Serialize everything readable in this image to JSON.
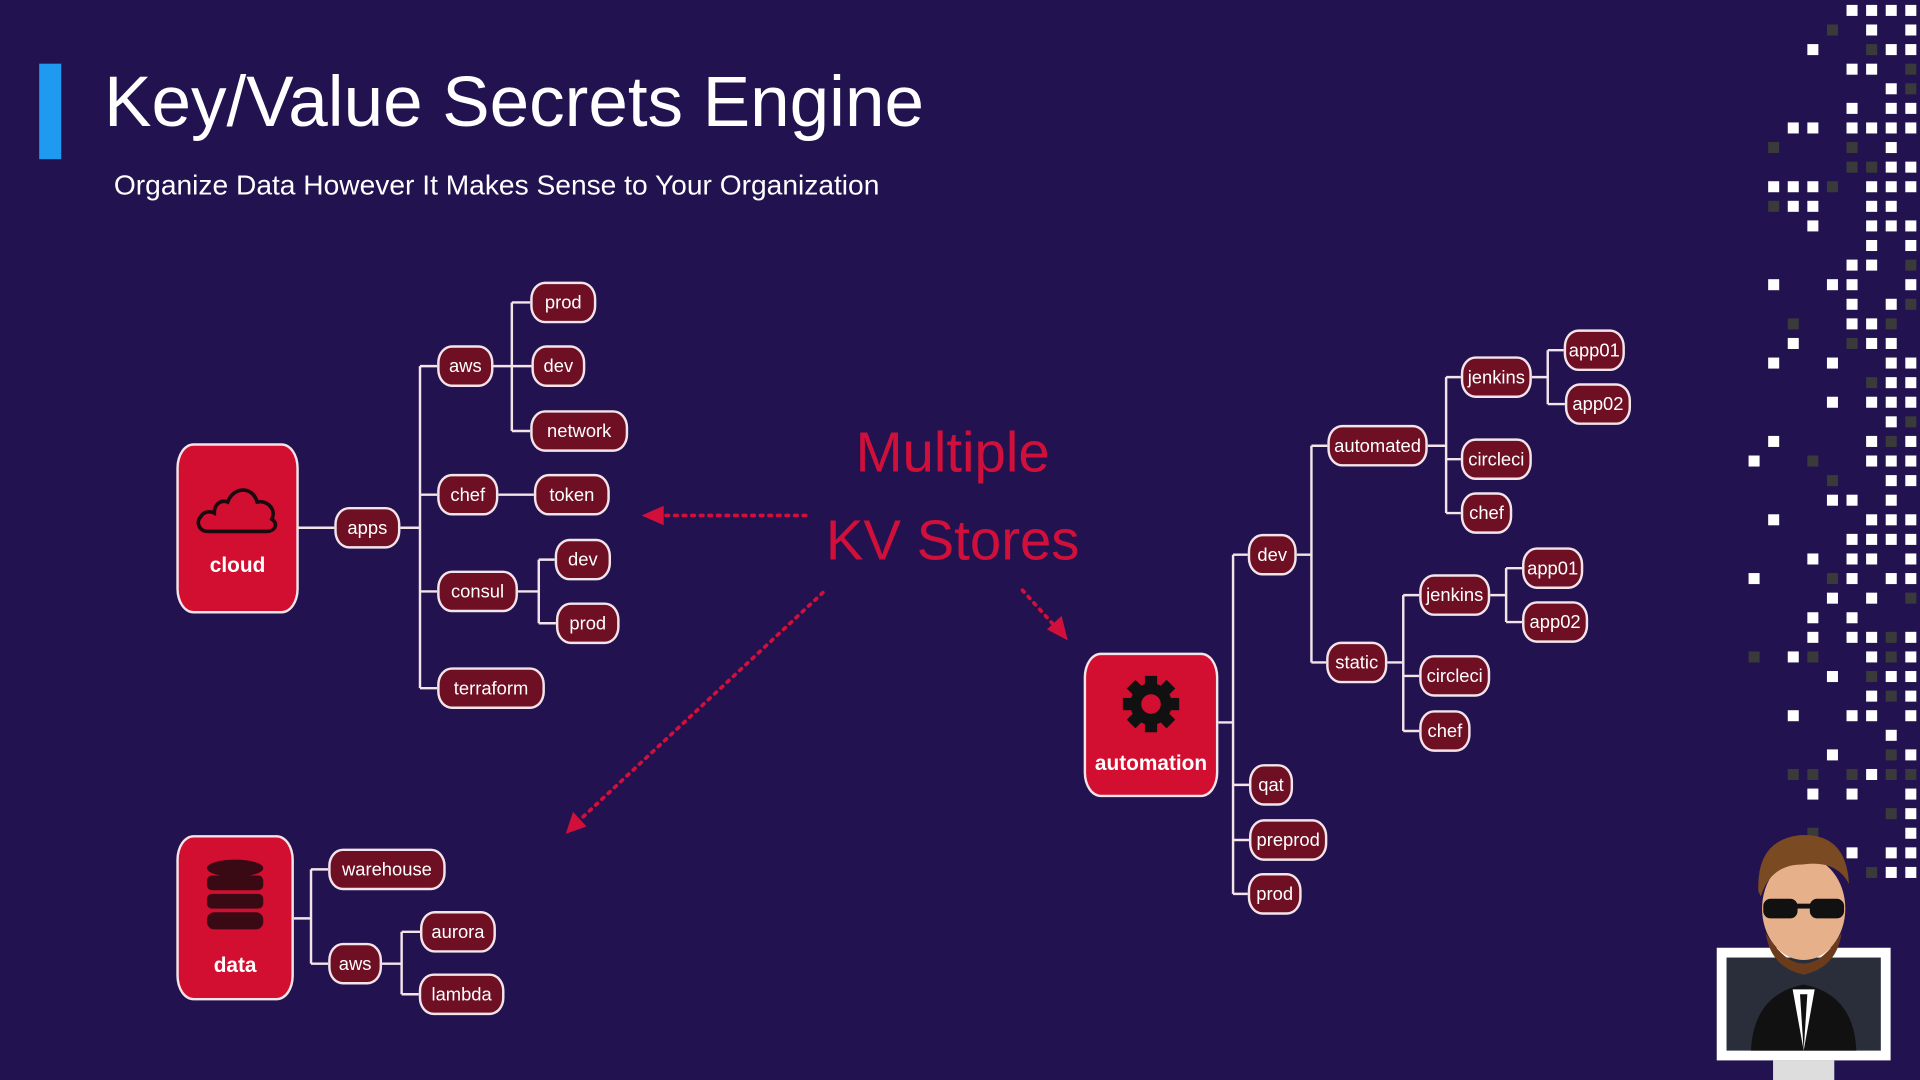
{
  "header": {
    "title": "Key/Value Secrets Engine",
    "subtitle": "Organize Data However It Makes Sense to Your Organization"
  },
  "callout": {
    "line1": "Multiple",
    "line2": "KV Stores"
  },
  "colors": {
    "background": "#231250",
    "accent": "#1e9bf0",
    "store": "#d20f30",
    "node": "#6e0f24",
    "callout": "#d0103a"
  },
  "stores": {
    "cloud": {
      "label": "cloud",
      "icon": "cloud-icon",
      "nodes": {
        "apps": "apps",
        "aws": "aws",
        "aws_prod": "prod",
        "aws_dev": "dev",
        "aws_network": "network",
        "chef": "chef",
        "chef_token": "token",
        "consul": "consul",
        "consul_dev": "dev",
        "consul_prod": "prod",
        "terraform": "terraform"
      }
    },
    "data": {
      "label": "data",
      "icon": "database-icon",
      "nodes": {
        "warehouse": "warehouse",
        "aws": "aws",
        "aurora": "aurora",
        "lambda": "lambda"
      }
    },
    "automation": {
      "label": "automation",
      "icon": "gear-icon",
      "nodes": {
        "dev": "dev",
        "automated": "automated",
        "a_jenkins": "jenkins",
        "a_app01": "app01",
        "a_app02": "app02",
        "a_circleci": "circleci",
        "a_chef": "chef",
        "static": "static",
        "s_jenkins": "jenkins",
        "s_app01": "app01",
        "s_app02": "app02",
        "s_circleci": "circleci",
        "s_chef": "chef",
        "qat": "qat",
        "preprod": "preprod",
        "prod": "prod"
      }
    }
  }
}
